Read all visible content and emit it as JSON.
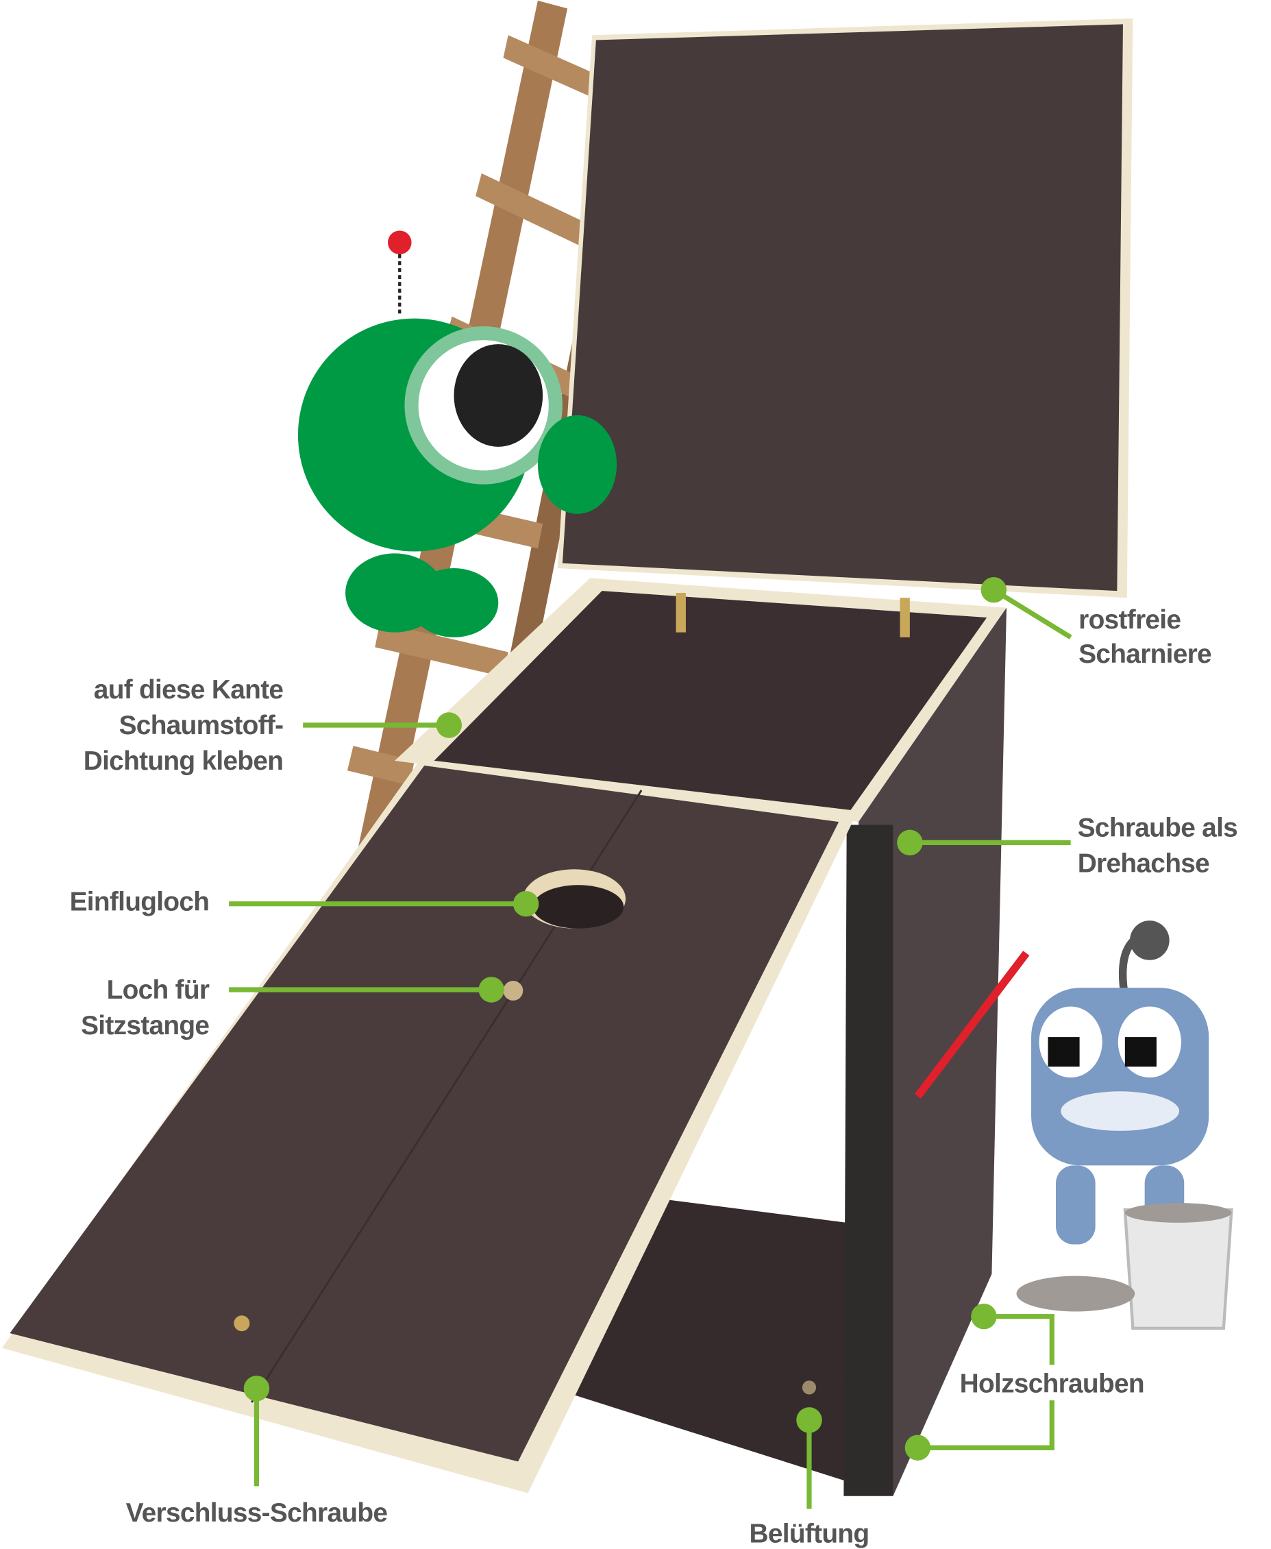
{
  "colors": {
    "accent_green": "#78b833",
    "label_text": "#555555",
    "panel_brown": "#4a3c3c",
    "plywood_edge": "#efe6cf",
    "ladder_wood": "#a87a52",
    "monster_green": "#009a44",
    "robot_blue": "#7b9ac4"
  },
  "labels": {
    "hinges": [
      "rostfreie",
      "Scharniere"
    ],
    "seal_edge": [
      "auf diese Kante",
      "Schaumstoff-",
      "Dichtung kleben"
    ],
    "pivot_screw": [
      "Schraube als",
      "Drehachse"
    ],
    "entrance_hole": [
      "Einflugloch"
    ],
    "perch_hole": [
      "Loch für",
      "Sitzstange"
    ],
    "wood_screws": [
      "Holzschrauben"
    ],
    "lock_screw": [
      "Verschluss-Schraube"
    ],
    "ventilation": [
      "Belüftung"
    ]
  }
}
